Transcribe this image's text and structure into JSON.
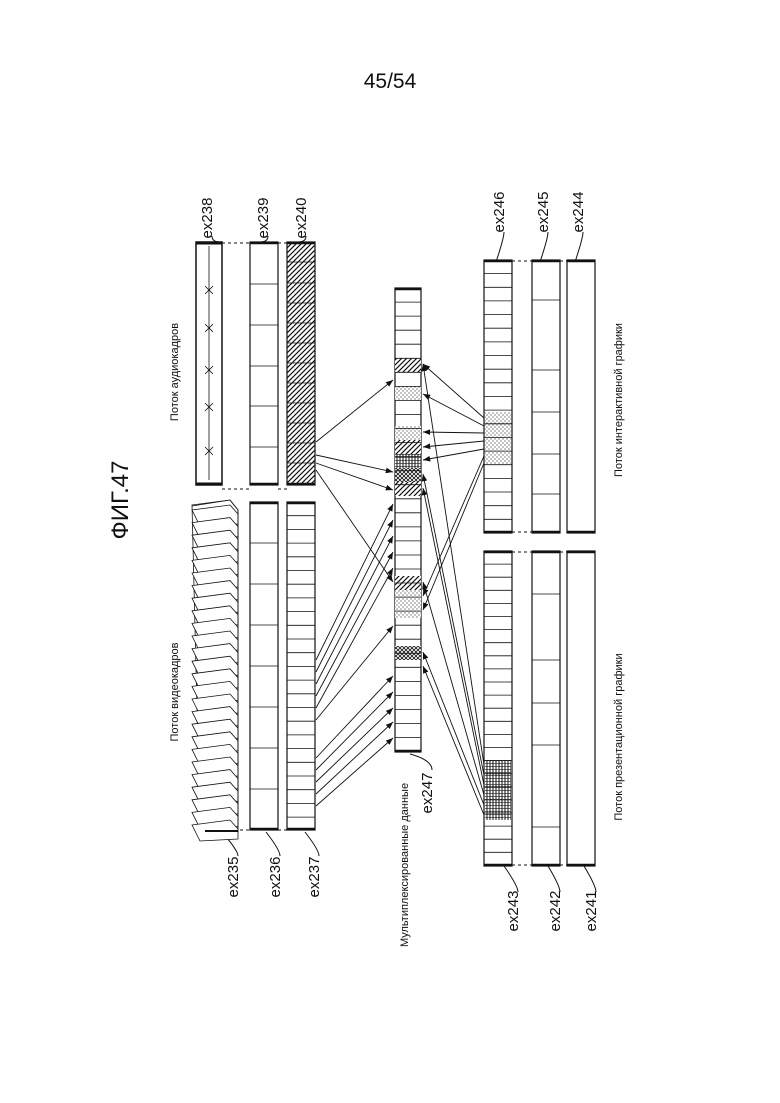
{
  "page_number": "45/54",
  "figure_title": "ФИГ.47",
  "captions": {
    "video_stream": "Поток видеокадров",
    "audio_stream": "Поток аудиокадров",
    "multiplexed": "Мультиплексированные данные",
    "pg_stream": "Поток презентационной графики",
    "ig_stream": "Поток интерактивной графики"
  },
  "refs": {
    "ex235": "ex235",
    "ex236": "ex236",
    "ex237": "ex237",
    "ex238": "ex238",
    "ex239": "ex239",
    "ex240": "ex240",
    "ex241": "ex241",
    "ex242": "ex242",
    "ex243": "ex243",
    "ex244": "ex244",
    "ex245": "ex245",
    "ex246": "ex246",
    "ex247": "ex247"
  }
}
